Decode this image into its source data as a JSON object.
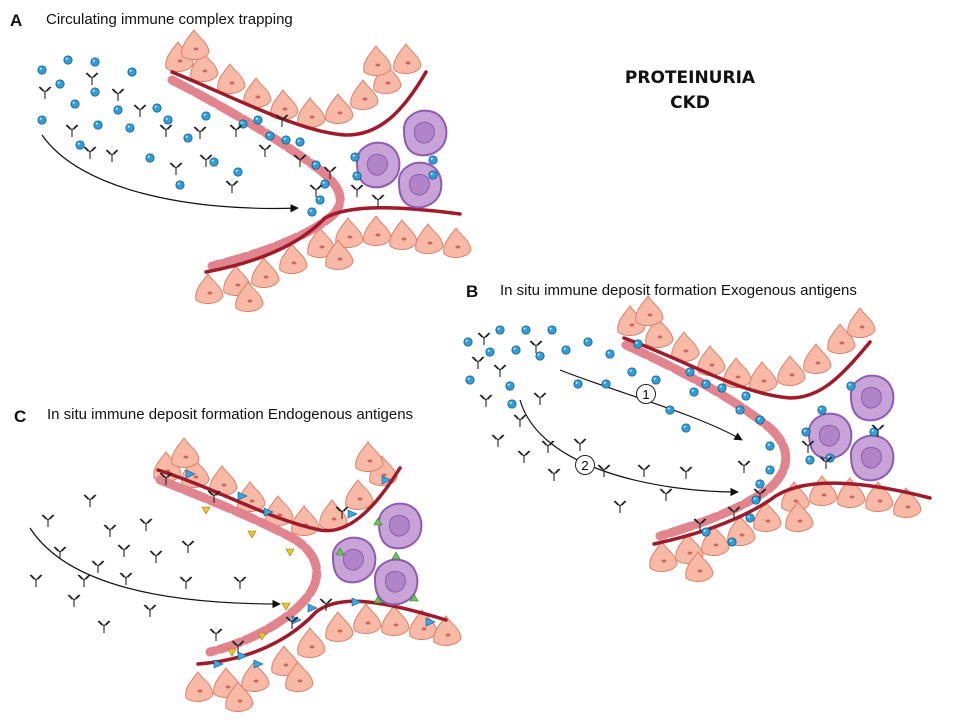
{
  "headline": {
    "line1": "PROTEINURIA",
    "line2": "CKD"
  },
  "panels": [
    {
      "letter": "A",
      "caption": "Circulating immune complex trapping"
    },
    {
      "letter": "B",
      "caption": "In situ immune deposit formation Exogenous antigens",
      "route_markers": [
        "1",
        "2"
      ]
    },
    {
      "letter": "C",
      "caption": "In situ immune deposit formation Endogenous antigens"
    }
  ],
  "icons": {
    "antibody": "y-shaped-antibody-icon",
    "antigen": "blue-dot-antigen-icon",
    "endogenous_antigen": "triangle-antigen-icon",
    "leukocyte": "purple-cell-icon"
  },
  "colors": {
    "epithelial_cell": "#f8b9a6",
    "capillary_wall": "#a01a2a",
    "endothelium": "#e2848e",
    "antigen_dot": "#2f9fd9",
    "leukocyte": "#c8a3d8",
    "triangle_yellow": "#f2c230",
    "triangle_green": "#6ac35a",
    "triangle_blue": "#3aa7e0"
  }
}
